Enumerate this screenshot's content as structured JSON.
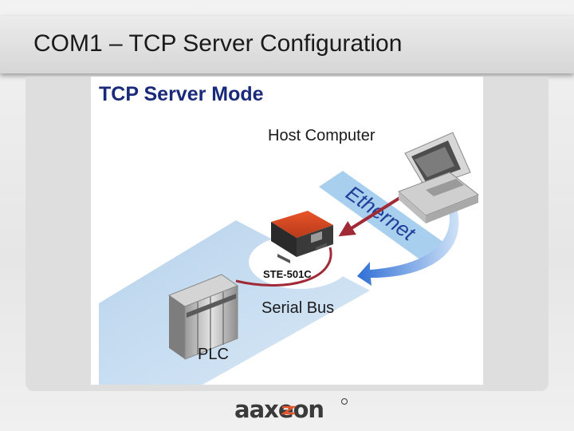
{
  "slide": {
    "title": "COM1 – TCP Server Configuration"
  },
  "diagram": {
    "heading": "TCP Server Mode",
    "host_label": "Host Computer",
    "network_label": "Ethernet",
    "device_label": "STE-501C",
    "bus_label": "Serial Bus",
    "plc_label": "PLC",
    "colors": {
      "heading": "#1a2a7a",
      "network_band": "#a9cfee",
      "floor": "#c7def2",
      "link": "#a02a35",
      "arrow_blue": "#3f79d6"
    },
    "icons": [
      "computer-icon",
      "serial-server-icon",
      "plc-icon"
    ]
  },
  "footer": {
    "logo_text": "aaxeon"
  }
}
